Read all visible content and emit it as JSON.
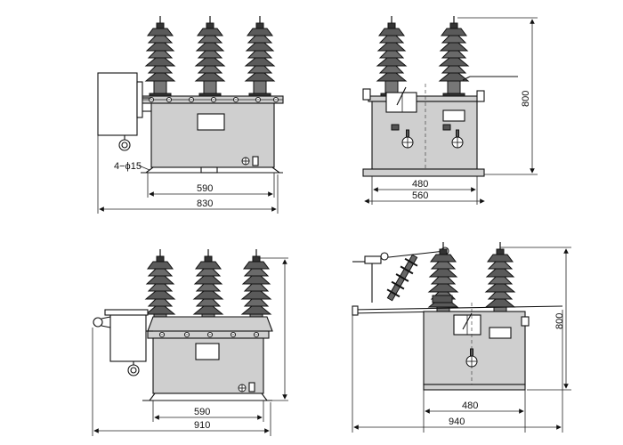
{
  "views": {
    "top_left": {
      "hole_callout": "4−ϕ15",
      "dims": {
        "inner_width": "590",
        "outer_width": "830"
      }
    },
    "top_right": {
      "dims": {
        "inner_width": "480",
        "outer_width": "560",
        "height": "800"
      }
    },
    "bottom_left": {
      "dims": {
        "inner_width": "590",
        "outer_width": "910"
      }
    },
    "bottom_right": {
      "dims": {
        "inner_width": "480",
        "outer_width": "940",
        "height": "800"
      }
    }
  },
  "colors": {
    "line": "#111111",
    "fill": "#ffffff",
    "shade": "#cfcfcf",
    "dark": "#555555"
  }
}
